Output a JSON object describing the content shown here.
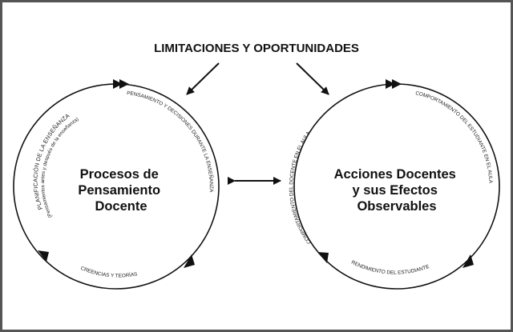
{
  "header": {
    "title": "LIMITACIONES Y OPORTUNIDADES"
  },
  "left_cycle": {
    "title_lines": [
      "Procesos de",
      "Pensamiento",
      "Docente"
    ],
    "arc_labels": {
      "top": "PENSAMIENTO Y DECISIONES DURANTE LA ENSEÑANZA",
      "left_outer": "PLANIFICACIÓN DE LA ENSEÑANZA",
      "left_inner": "(Pensamientos antes y después de la enseñanza)",
      "bottom": "CREENCIAS Y TEORÍAS"
    }
  },
  "right_cycle": {
    "title_lines": [
      "Acciones Docentes",
      "y sus Efectos",
      "Observables"
    ],
    "arc_labels": {
      "left": "COMPORTAMIENTO DEL DOCENTE EN EL AULA",
      "right": "COMPORTAMIENTO DEL ESTUDIANTE EN EL AULA",
      "bottom": "RENDIMIENTO DEL ESTUDIANTE"
    }
  },
  "connectors": {
    "header_to_left": "arrow-down-left",
    "header_to_right": "arrow-down-right",
    "between_cycles": "double-headed-arrow"
  }
}
